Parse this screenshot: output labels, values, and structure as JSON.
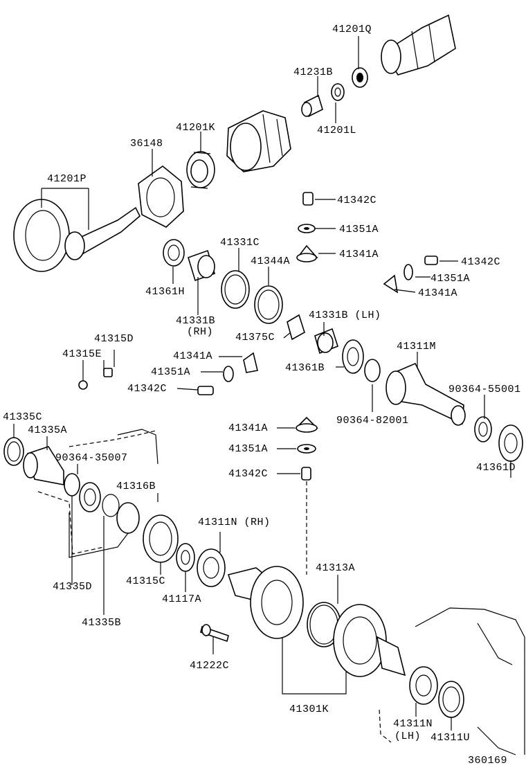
{
  "labels": {
    "p41201Q": "41201Q",
    "p41231B": "41231B",
    "p41201L": "41201L",
    "p41201K": "41201K",
    "p36148": "36148",
    "p41201P": "41201P",
    "p41342C_a": "41342C",
    "p41351A_a": "41351A",
    "p41341A_a": "41341A",
    "p41331C": "41331C",
    "p41344A": "41344A",
    "p41342C_b": "41342C",
    "p41351A_b": "41351A",
    "p41341A_b": "41341A",
    "p41361H": "41361H",
    "p41331B_rh": "41331B",
    "rh_a": "(RH)",
    "p41331B_lh": "41331B (LH)",
    "p41375C": "41375C",
    "p41315D": "41315D",
    "p41315E": "41315E",
    "p41341A_c": "41341A",
    "p41351A_c": "41351A",
    "p41342C_c": "41342C",
    "p41361B": "41361B",
    "p41311M": "41311M",
    "p90364_55001": "90364-55001",
    "p90364_82001": "90364-82001",
    "p41361D": "41361D",
    "p41335C": "41335C",
    "p41335A": "41335A",
    "p90364_35007": "90364-35007",
    "p41341A_d": "41341A",
    "p41351A_d": "41351A",
    "p41342C_d": "41342C",
    "p41316B": "41316B",
    "p41311N_rh": "41311N (RH)",
    "p41335D": "41335D",
    "p41315C": "41315C",
    "p41117A": "41117A",
    "p41335B": "41335B",
    "p41313A": "41313A",
    "p41222C": "41222C",
    "p41301K": "41301K",
    "p41311N_lh": "41311N",
    "lh_a": "(LH)",
    "p41311U": "41311U",
    "drawing_no": "360169"
  }
}
